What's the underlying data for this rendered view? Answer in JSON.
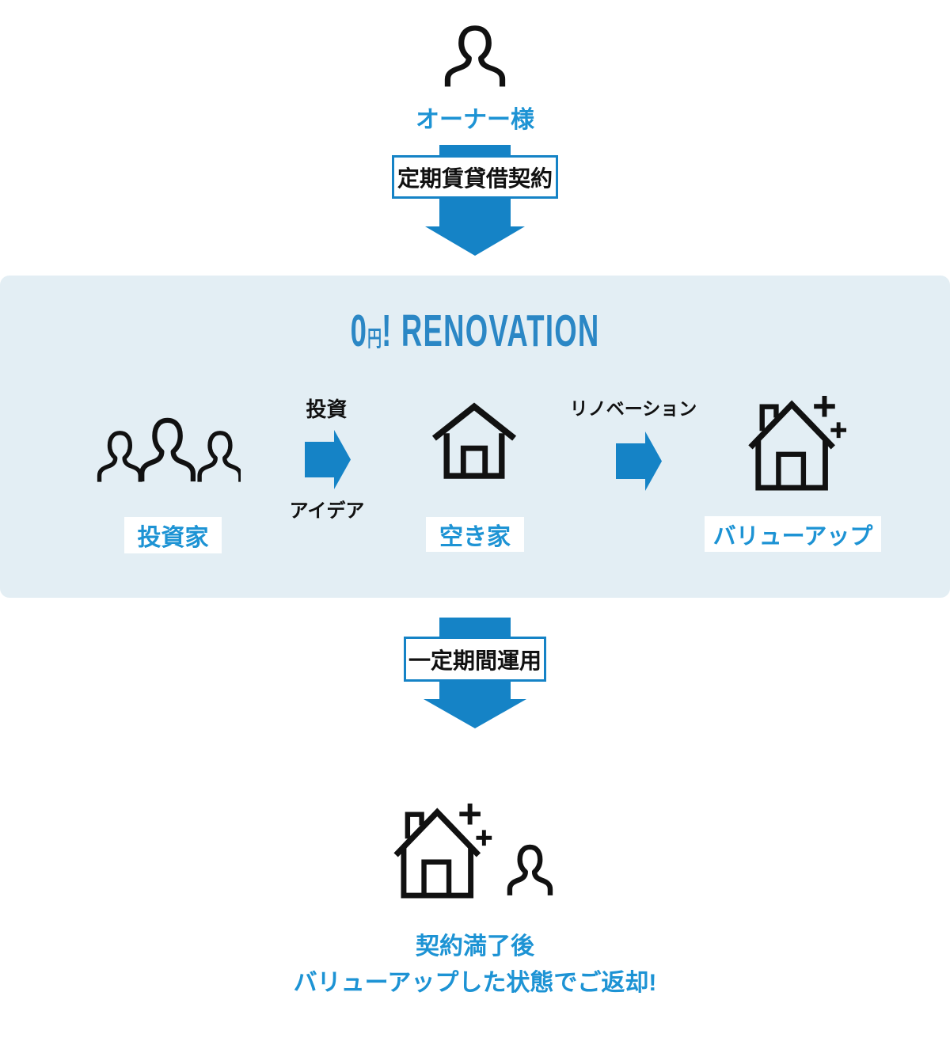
{
  "colors": {
    "arrow_blue": "#1583C6",
    "label_blue": "#1D93D4",
    "logo_blue": "#2B87C5",
    "panel_bg": "#E3EEF4",
    "icon_black": "#111111"
  },
  "top": {
    "owner_label": "オーナー様",
    "contract_label": "定期賃貸借契約"
  },
  "logo": {
    "zero": "0",
    "yen": "円",
    "rest": "! RENOVATION"
  },
  "flow": {
    "investor_label": "投資家",
    "arrow1_top_label": "投資",
    "arrow1_bottom_label": "アイデア",
    "vacant_house_label": "空き家",
    "arrow2_top_label": "リノベーション",
    "value_up_label": "バリューアップ"
  },
  "bottom": {
    "period_label": "一定期間運用",
    "result_line1": "契約満了後",
    "result_line2": "バリューアップした状態でご返却!"
  },
  "icons": {
    "owner": "person-icon",
    "investors": "people-group-icon",
    "vacant_house": "house-icon",
    "value_up": "sparkle-house-icon",
    "returned": "sparkle-house-and-person-icon",
    "flow_arrow": "arrow-right-icon",
    "step_arrow": "arrow-down-icon"
  }
}
